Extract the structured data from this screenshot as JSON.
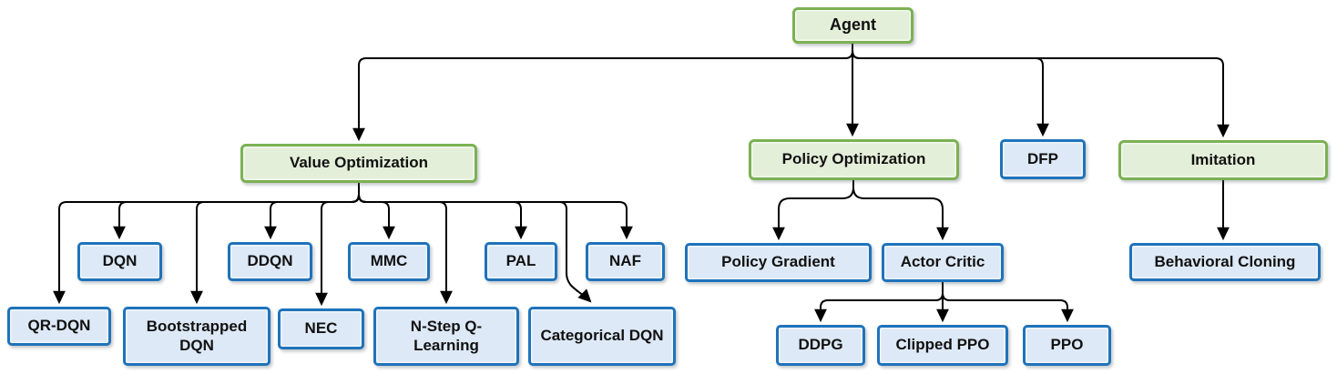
{
  "diagram": {
    "type": "hierarchy-tree",
    "colors": {
      "category_fill": "#e4efd9",
      "category_border": "#7cb153",
      "algorithm_fill": "#dde9f6",
      "algorithm_border": "#1f73ba",
      "connector": "#000000",
      "text": "#111111",
      "background": "#ffffff"
    },
    "nodes": {
      "agent": {
        "label": "Agent",
        "style": "green"
      },
      "value_optimization": {
        "label": "Value Optimization",
        "style": "green"
      },
      "policy_optimization": {
        "label": "Policy Optimization",
        "style": "green"
      },
      "dfp": {
        "label": "DFP",
        "style": "blue"
      },
      "imitation": {
        "label": "Imitation",
        "style": "green"
      },
      "dqn": {
        "label": "DQN",
        "style": "blue"
      },
      "ddqn": {
        "label": "DDQN",
        "style": "blue"
      },
      "mmc": {
        "label": "MMC",
        "style": "blue"
      },
      "pal": {
        "label": "PAL",
        "style": "blue"
      },
      "naf": {
        "label": "NAF",
        "style": "blue"
      },
      "qr_dqn": {
        "label": "QR-DQN",
        "style": "blue"
      },
      "bootstrapped_dqn": {
        "label": "Bootstrapped DQN",
        "style": "blue"
      },
      "nec": {
        "label": "NEC",
        "style": "blue"
      },
      "n_step_q_learning": {
        "label": "N-Step Q-Learning",
        "style": "blue"
      },
      "categorical_dqn": {
        "label": "Categorical DQN",
        "style": "blue"
      },
      "policy_gradient": {
        "label": "Policy Gradient",
        "style": "blue"
      },
      "actor_critic": {
        "label": "Actor Critic",
        "style": "blue"
      },
      "behavioral_cloning": {
        "label": "Behavioral Cloning",
        "style": "blue"
      },
      "ddpg": {
        "label": "DDPG",
        "style": "blue"
      },
      "clipped_ppo": {
        "label": "Clipped PPO",
        "style": "blue"
      },
      "ppo": {
        "label": "PPO",
        "style": "blue"
      }
    },
    "edges": [
      {
        "from": "agent",
        "to": "value_optimization"
      },
      {
        "from": "agent",
        "to": "policy_optimization"
      },
      {
        "from": "agent",
        "to": "dfp"
      },
      {
        "from": "agent",
        "to": "imitation"
      },
      {
        "from": "value_optimization",
        "to": "qr_dqn"
      },
      {
        "from": "value_optimization",
        "to": "dqn"
      },
      {
        "from": "value_optimization",
        "to": "bootstrapped_dqn"
      },
      {
        "from": "value_optimization",
        "to": "ddqn"
      },
      {
        "from": "value_optimization",
        "to": "nec"
      },
      {
        "from": "value_optimization",
        "to": "mmc"
      },
      {
        "from": "value_optimization",
        "to": "n_step_q_learning"
      },
      {
        "from": "value_optimization",
        "to": "pal"
      },
      {
        "from": "value_optimization",
        "to": "categorical_dqn"
      },
      {
        "from": "value_optimization",
        "to": "naf"
      },
      {
        "from": "policy_optimization",
        "to": "policy_gradient"
      },
      {
        "from": "policy_optimization",
        "to": "actor_critic"
      },
      {
        "from": "actor_critic",
        "to": "ddpg"
      },
      {
        "from": "actor_critic",
        "to": "clipped_ppo"
      },
      {
        "from": "actor_critic",
        "to": "ppo"
      },
      {
        "from": "imitation",
        "to": "behavioral_cloning"
      }
    ]
  }
}
